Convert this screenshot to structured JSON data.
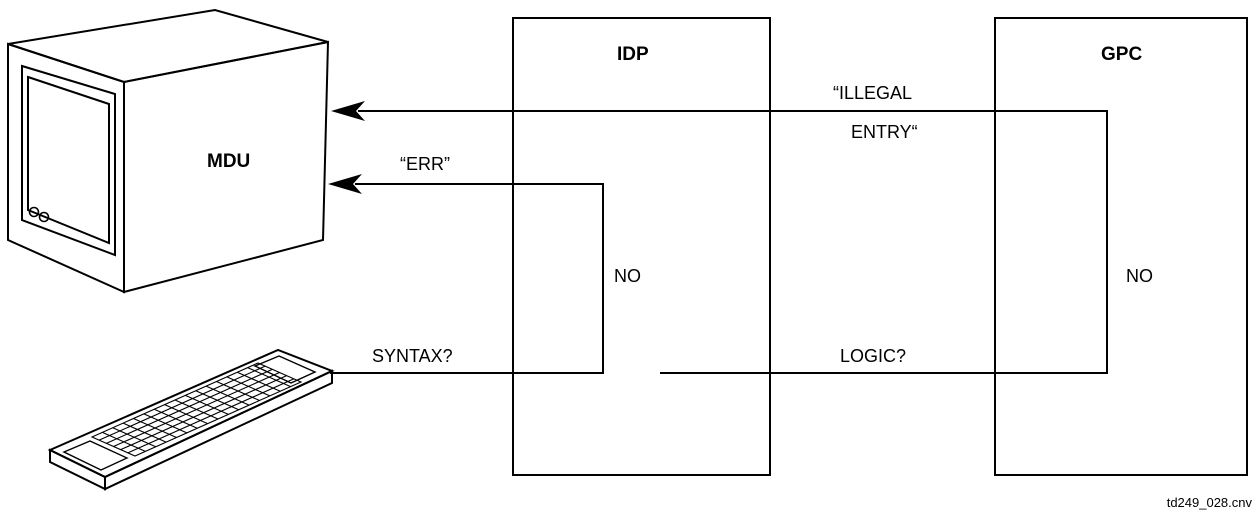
{
  "labels": {
    "mdu": "MDU",
    "idp": "IDP",
    "gpc": "GPC",
    "err": "“ERR”",
    "illegal_line1": "“ILLEGAL",
    "illegal_line2": "ENTRY“",
    "no_idp": "NO",
    "no_gpc": "NO",
    "syntax": "SYNTAX?",
    "logic": "LOGIC?",
    "figure_id": "td249_028.cnv"
  },
  "colors": {
    "stroke": "#000000",
    "background": "#ffffff"
  },
  "icons": {
    "monitor": "mdu-monitor-icon",
    "keyboard": "keyboard-icon"
  }
}
